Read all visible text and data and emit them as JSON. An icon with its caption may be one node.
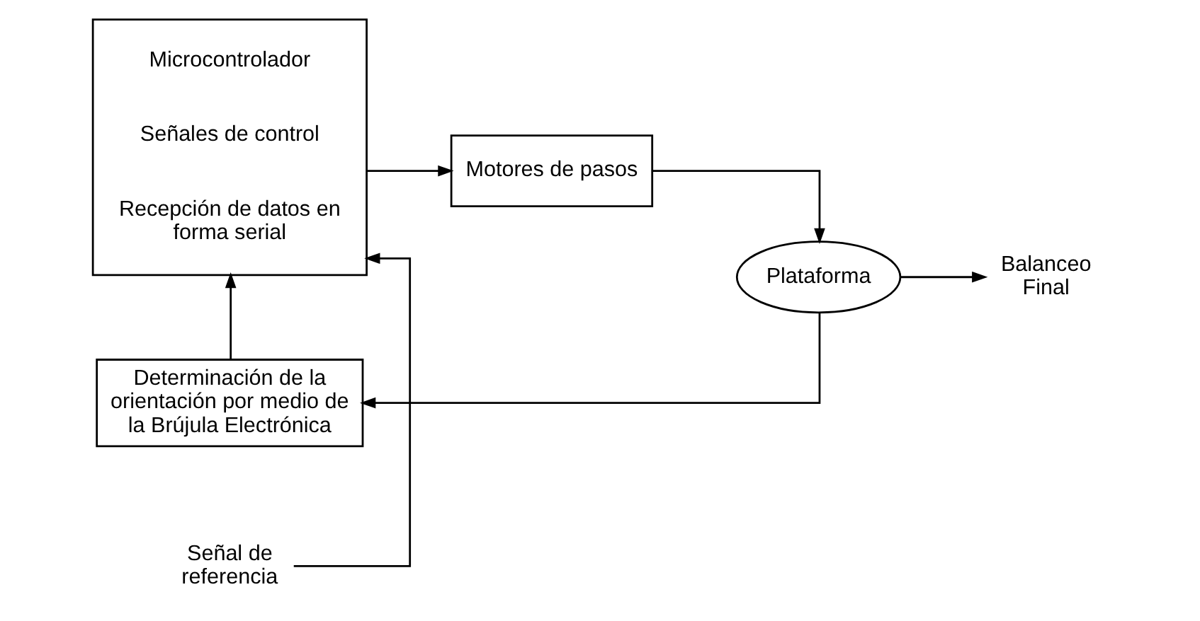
{
  "diagram": {
    "nodes": [
      {
        "text": [
          "Microcontrolador",
          "Señales de control",
          "Recepción de datos en forma serial"
        ]
      },
      {
        "text": [
          "Señal de referencia"
        ]
      },
      {
        "text": [
          "Motores de pasos"
        ]
      },
      {
        "text": [
          "Plataforma"
        ]
      },
      {
        "text": [
          "Balanceo Final"
        ]
      },
      {
        "text": [
          "Determinación de la orientación por medio de la Brújula Electrónica"
        ]
      }
    ],
    "edges": [
      {
        "from": 1,
        "to": 0,
        "arrow": "to"
      },
      {
        "from": 0,
        "to": 2,
        "arrow": "to"
      },
      {
        "from": 2,
        "to": 3,
        "arrow": "to"
      },
      {
        "from": 3,
        "to": 4,
        "arrow": "to"
      },
      {
        "from": 3,
        "to": 5,
        "arrow": "to"
      },
      {
        "from": 5,
        "to": 0,
        "arrow": "to"
      }
    ]
  }
}
